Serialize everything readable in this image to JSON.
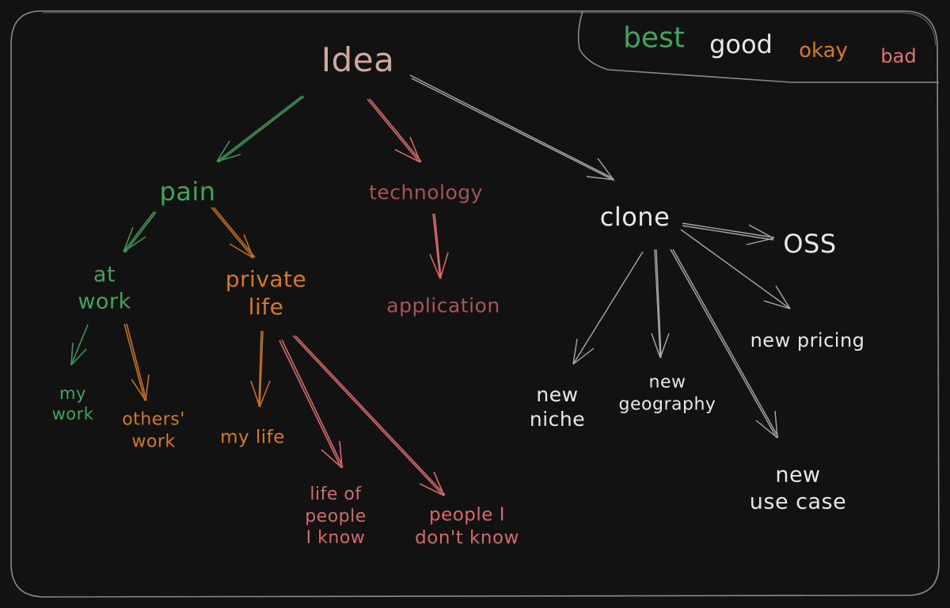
{
  "colors": {
    "background": "#121212",
    "frame": "#8a8a8a",
    "best": "#40a55a",
    "good": "#e8e8e8",
    "okay": "#d77a1c",
    "bad": "#e57373",
    "technology": "#a55555",
    "idea": "#cfa99c"
  },
  "legend": {
    "best": "best",
    "good": "good",
    "okay": "okay",
    "bad": "bad"
  },
  "nodes": {
    "idea": "Idea",
    "pain": "pain",
    "technology": "technology",
    "clone": "clone",
    "at_work": "at\nwork",
    "private_life": "private\nlife",
    "application": "application",
    "oss": "OSS",
    "new_pricing": "new pricing",
    "my_work": "my\nwork",
    "others_work": "others'\nwork",
    "my_life": "my life",
    "life_of_people_i_know": "life of\npeople\nI know",
    "people_i_dont_know": "people I\ndon't know",
    "new_niche": "new\nniche",
    "new_geography": "new\ngeography",
    "new_use_case": "new\nuse case"
  },
  "edges": [
    {
      "from": "idea",
      "to": "pain",
      "rating": "best"
    },
    {
      "from": "idea",
      "to": "technology",
      "rating": "bad"
    },
    {
      "from": "idea",
      "to": "clone",
      "rating": "good"
    },
    {
      "from": "pain",
      "to": "at_work",
      "rating": "best"
    },
    {
      "from": "pain",
      "to": "private_life",
      "rating": "okay"
    },
    {
      "from": "technology",
      "to": "application",
      "rating": "bad"
    },
    {
      "from": "at_work",
      "to": "my_work",
      "rating": "best"
    },
    {
      "from": "at_work",
      "to": "others_work",
      "rating": "okay"
    },
    {
      "from": "private_life",
      "to": "my_life",
      "rating": "okay"
    },
    {
      "from": "private_life",
      "to": "life_of_people_i_know",
      "rating": "bad"
    },
    {
      "from": "private_life",
      "to": "people_i_dont_know",
      "rating": "bad"
    },
    {
      "from": "clone",
      "to": "oss",
      "rating": "good"
    },
    {
      "from": "clone",
      "to": "new_pricing",
      "rating": "good"
    },
    {
      "from": "clone",
      "to": "new_niche",
      "rating": "good"
    },
    {
      "from": "clone",
      "to": "new_geography",
      "rating": "good"
    },
    {
      "from": "clone",
      "to": "new_use_case",
      "rating": "good"
    }
  ]
}
